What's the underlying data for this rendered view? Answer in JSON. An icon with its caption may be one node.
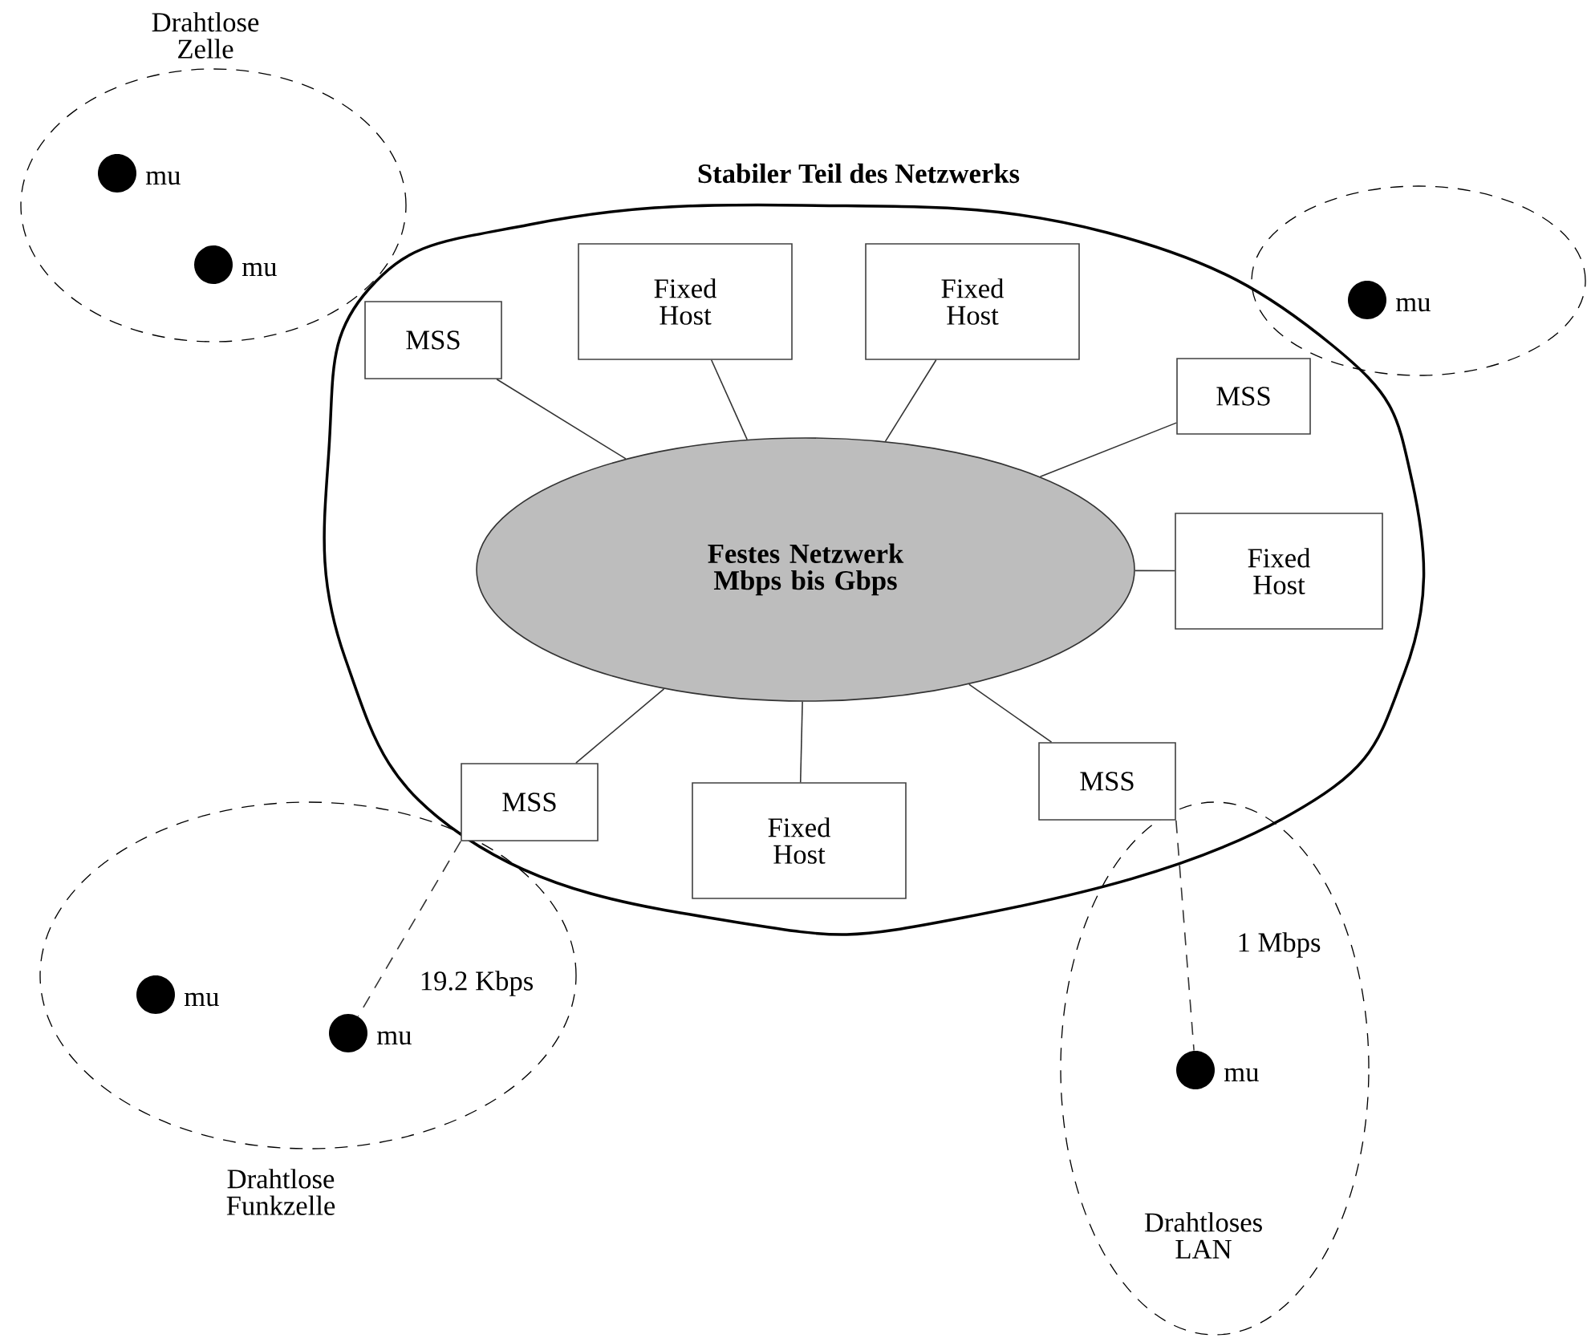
{
  "diagram": {
    "nodes": [
      {
        "text": [
          "Stabiler Teil des Netzwerks"
        ]
      },
      {
        "text": [
          "Festes Netzwerk Mbps bis Gbps"
        ],
        "in": 0
      },
      {
        "text": [
          "MSS"
        ],
        "in": 0
      },
      {
        "text": [
          "Fixed Host"
        ],
        "in": 0
      },
      {
        "text": [
          "Fixed Host"
        ],
        "in": 0
      },
      {
        "text": [
          "MSS"
        ],
        "in": 0
      },
      {
        "text": [
          "Fixed Host"
        ],
        "in": 0
      },
      {
        "text": [
          "MSS"
        ],
        "in": 0
      },
      {
        "text": [
          "Fixed Host"
        ],
        "in": 0
      },
      {
        "text": [
          "MSS"
        ],
        "in": 0
      },
      {
        "text": [
          "Drahtlose Zelle"
        ]
      },
      {
        "text": [],
        "shape": "circle",
        "beside": [
          "mu"
        ],
        "in": 10
      },
      {
        "text": [],
        "shape": "circle",
        "beside": [
          "mu"
        ],
        "in": 10
      },
      {
        "text": [],
        "shape": "circle"
      },
      {
        "text": [],
        "shape": "circle",
        "beside": [
          "mu"
        ],
        "in": 13
      },
      {
        "text": [
          "Drahtlose Funkzelle"
        ]
      },
      {
        "text": [],
        "shape": "circle",
        "beside": [
          "mu"
        ],
        "in": 15
      },
      {
        "text": [],
        "shape": "circle",
        "beside": [
          "mu"
        ],
        "in": 15
      },
      {
        "text": [
          "Drahtloses LAN"
        ]
      },
      {
        "text": [],
        "shape": "circle",
        "beside": [
          "mu"
        ],
        "in": 18
      }
    ],
    "edges": [
      {
        "from": 2,
        "to": 1,
        "arrow": "none"
      },
      {
        "from": 3,
        "to": 1,
        "arrow": "none"
      },
      {
        "from": 4,
        "to": 1,
        "arrow": "none"
      },
      {
        "from": 5,
        "to": 1,
        "arrow": "none"
      },
      {
        "from": 6,
        "to": 1,
        "arrow": "none"
      },
      {
        "from": 7,
        "to": 1,
        "arrow": "none"
      },
      {
        "from": 8,
        "to": 1,
        "arrow": "none"
      },
      {
        "from": 9,
        "to": 1,
        "arrow": "none"
      },
      {
        "from": 7,
        "to": 17,
        "arrow": "none",
        "label": "19.2 Kbps",
        "style": "dashed"
      },
      {
        "from": 9,
        "to": 19,
        "arrow": "none",
        "label": "1 Mbps",
        "style": "dashed"
      }
    ]
  }
}
